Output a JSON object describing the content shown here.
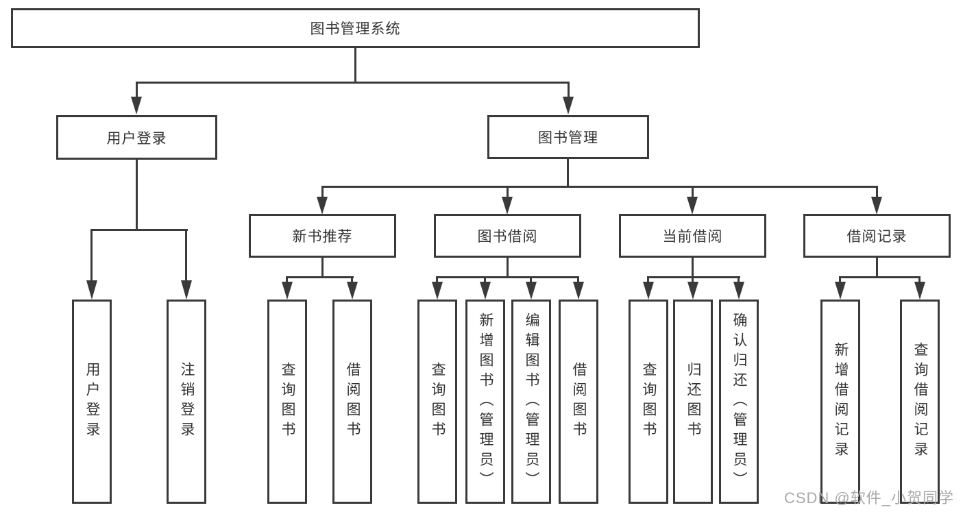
{
  "diagram": {
    "root": {
      "label": "图书管理系统"
    },
    "level2": [
      {
        "label": "用户登录"
      },
      {
        "label": "图书管理"
      }
    ],
    "level3": [
      {
        "label": "新书推荐"
      },
      {
        "label": "图书借阅"
      },
      {
        "label": "当前借阅"
      },
      {
        "label": "借阅记录"
      }
    ],
    "leaves": {
      "user_login": [
        "用户登录",
        "注销登录"
      ],
      "new_book_recommend": [
        "查询图书",
        "借阅图书"
      ],
      "book_borrowing": [
        "查询图书",
        "新增图书（管理员）",
        "编辑图书（管理员）",
        "借阅图书"
      ],
      "current_borrowing": [
        "查询图书",
        "归还图书",
        "确认归还（管理员）"
      ],
      "borrowing_records": [
        "新增借阅记录",
        "查询借阅记录"
      ]
    }
  },
  "watermark": {
    "text": "CSDN @软件_小贺同学"
  },
  "colors": {
    "line": "#3a3a3a",
    "text": "#333333",
    "box-bg": "#ffffff",
    "watermark": "#a9a9a9",
    "background": "#ffffff"
  }
}
